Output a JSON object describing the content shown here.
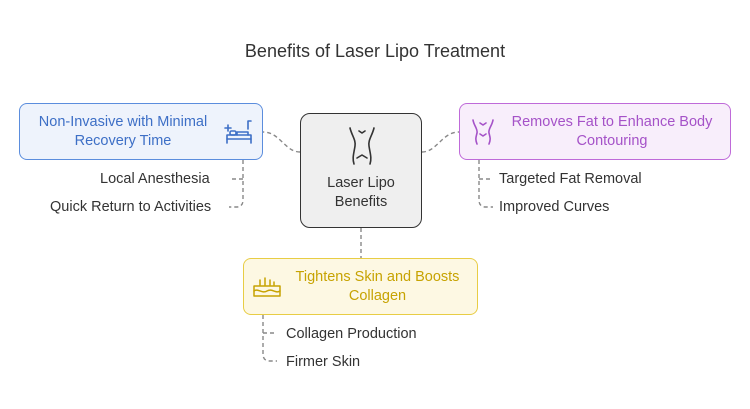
{
  "title": "Benefits of Laser Lipo Treatment",
  "center": {
    "label": "Laser Lipo Benefits",
    "icon": "waist-icon"
  },
  "branches": {
    "left": {
      "label": "Non-Invasive with Minimal Recovery Time",
      "icon": "hospital-bed-icon",
      "color": "#3d6fc6",
      "items": [
        "Local Anesthesia",
        "Quick Return to Activities"
      ]
    },
    "right": {
      "label": "Removes Fat to Enhance Body Contouring",
      "icon": "body-contour-icon",
      "color": "#a552c8",
      "items": [
        "Targeted Fat Removal",
        "Improved Curves"
      ]
    },
    "bottom": {
      "label": "Tightens Skin and Boosts Collagen",
      "icon": "skin-layers-icon",
      "color": "#c7a302",
      "items": [
        "Collagen Production",
        "Firmer Skin"
      ]
    }
  }
}
